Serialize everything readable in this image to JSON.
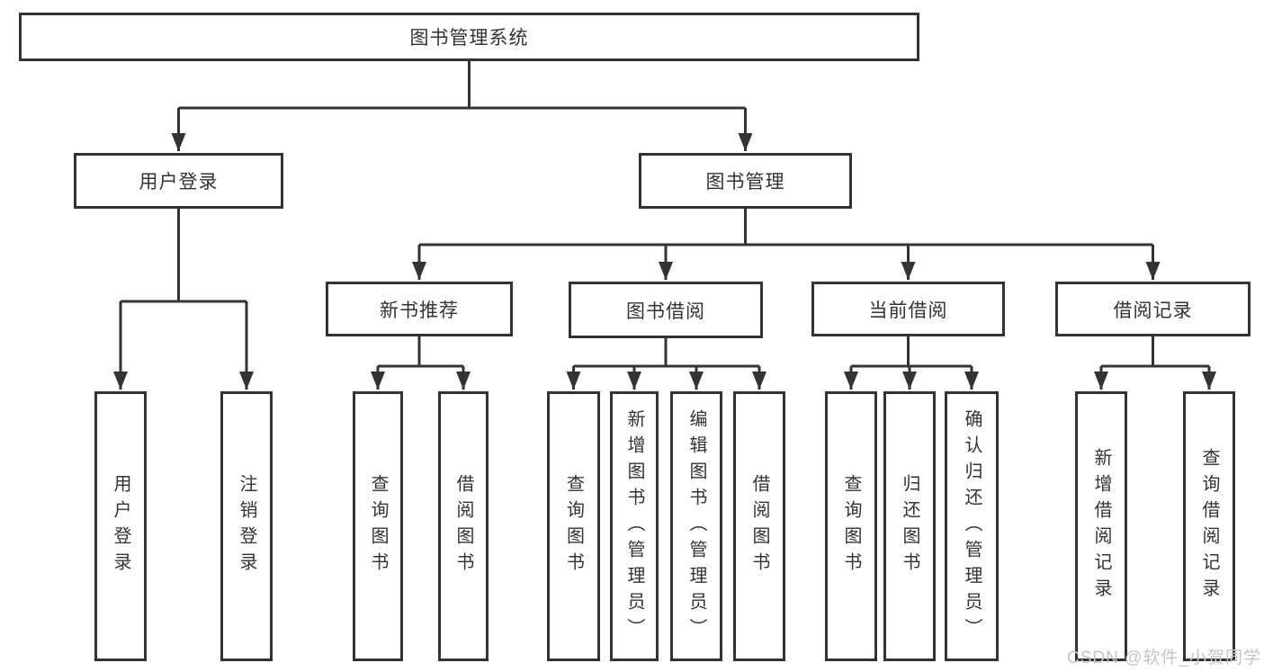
{
  "tree": {
    "label": "图书管理系统",
    "children": [
      {
        "label": "用户登录",
        "children": [
          {
            "label": "用户登录"
          },
          {
            "label": "注销登录"
          }
        ]
      },
      {
        "label": "图书管理",
        "children": [
          {
            "label": "新书推荐",
            "children": [
              {
                "label": "查询图书"
              },
              {
                "label": "借阅图书"
              }
            ]
          },
          {
            "label": "图书借阅",
            "children": [
              {
                "label": "查询图书"
              },
              {
                "label": "新增图书（管理员）"
              },
              {
                "label": "编辑图书（管理员）"
              },
              {
                "label": "借阅图书"
              }
            ]
          },
          {
            "label": "当前借阅",
            "children": [
              {
                "label": "查询图书"
              },
              {
                "label": "归还图书"
              },
              {
                "label": "确认归还（管理员）"
              }
            ]
          },
          {
            "label": "借阅记录",
            "children": [
              {
                "label": "新增借阅记录"
              },
              {
                "label": "查询借阅记录"
              }
            ]
          }
        ]
      }
    ]
  },
  "watermark": {
    "text": "CSDN @软件_小贺同学"
  },
  "colors": {
    "line": "#333333",
    "box_background": "#ffffff",
    "text": "#333333",
    "watermark": "#c6c4c4"
  }
}
